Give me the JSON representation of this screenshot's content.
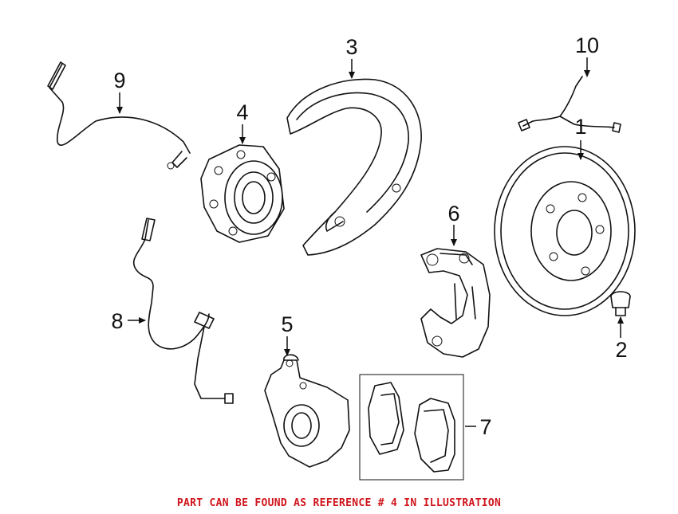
{
  "callouts": [
    {
      "id": "1",
      "label": "1"
    },
    {
      "id": "2",
      "label": "2"
    },
    {
      "id": "3",
      "label": "3"
    },
    {
      "id": "4",
      "label": "4"
    },
    {
      "id": "5",
      "label": "5"
    },
    {
      "id": "6",
      "label": "6"
    },
    {
      "id": "7",
      "label": "7"
    },
    {
      "id": "8",
      "label": "8"
    },
    {
      "id": "9",
      "label": "9"
    },
    {
      "id": "10",
      "label": "10"
    }
  ],
  "footer_note": "PART CAN BE FOUND AS REFERENCE # 4 IN ILLUSTRATION",
  "colors": {
    "line": "#111111",
    "note": "#d0141c",
    "background": "#ffffff"
  }
}
